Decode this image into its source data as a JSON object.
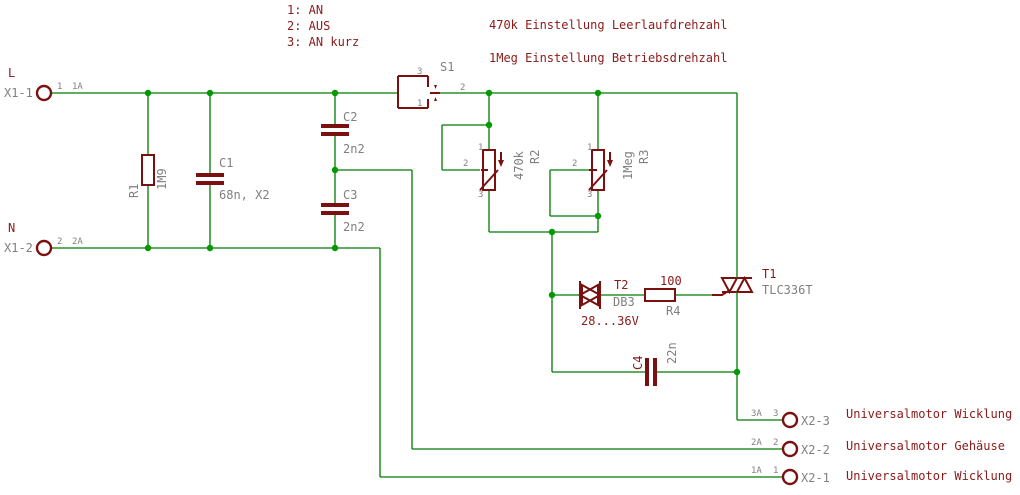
{
  "notes": {
    "switch_positions": [
      "1: AN",
      "2: AUS",
      "3: AN kurz"
    ],
    "adjust_idle": "470k Einstellung Leerlaufdrehzahl",
    "adjust_run": "1Meg Einstellung Betriebsdrehzahl"
  },
  "inputs": {
    "line_label": "L",
    "neutral_label": "N",
    "x1_1": {
      "name": "X1-1",
      "pin": "1",
      "pad": "1A"
    },
    "x1_2": {
      "name": "X1-2",
      "pin": "2",
      "pad": "2A"
    }
  },
  "components": {
    "r1": {
      "name": "R1",
      "value": "1M9"
    },
    "c1": {
      "name": "C1",
      "value": "68n, X2"
    },
    "c2": {
      "name": "C2",
      "value": "2n2"
    },
    "c3": {
      "name": "C3",
      "value": "2n2"
    },
    "s1": {
      "name": "S1",
      "pin_top": "3",
      "pin_bottom": "1",
      "pin_right": "2"
    },
    "r2": {
      "name": "R2",
      "value": "470k",
      "pin_top": "1",
      "pin_wiper": "2",
      "pin_bottom": "3"
    },
    "r3": {
      "name": "R3",
      "value": "1Meg",
      "pin_top": "1",
      "pin_wiper": "2",
      "pin_bottom": "3"
    },
    "t2": {
      "name": "T2",
      "value": "DB3",
      "rating": "28...36V"
    },
    "r4": {
      "name": "R4",
      "value": "100"
    },
    "t1": {
      "name": "T1",
      "value": "TLC336T"
    },
    "c4": {
      "name": "C4",
      "value": "22n"
    }
  },
  "outputs": {
    "x2_3": {
      "name": "X2-3",
      "pin": "3",
      "pad": "3A",
      "description": "Universalmotor Wicklung"
    },
    "x2_2": {
      "name": "X2-2",
      "pin": "2",
      "pad": "2A",
      "description": "Universalmotor Gehäuse"
    },
    "x2_1": {
      "name": "X2-1",
      "pin": "1",
      "pad": "1A",
      "description": "Universalmotor Wicklung"
    }
  },
  "colors": {
    "wire": "#007a00",
    "junction": "#009900",
    "component": "#7a1010",
    "text_red": "#8b1a1a",
    "text_grey": "#808080"
  }
}
